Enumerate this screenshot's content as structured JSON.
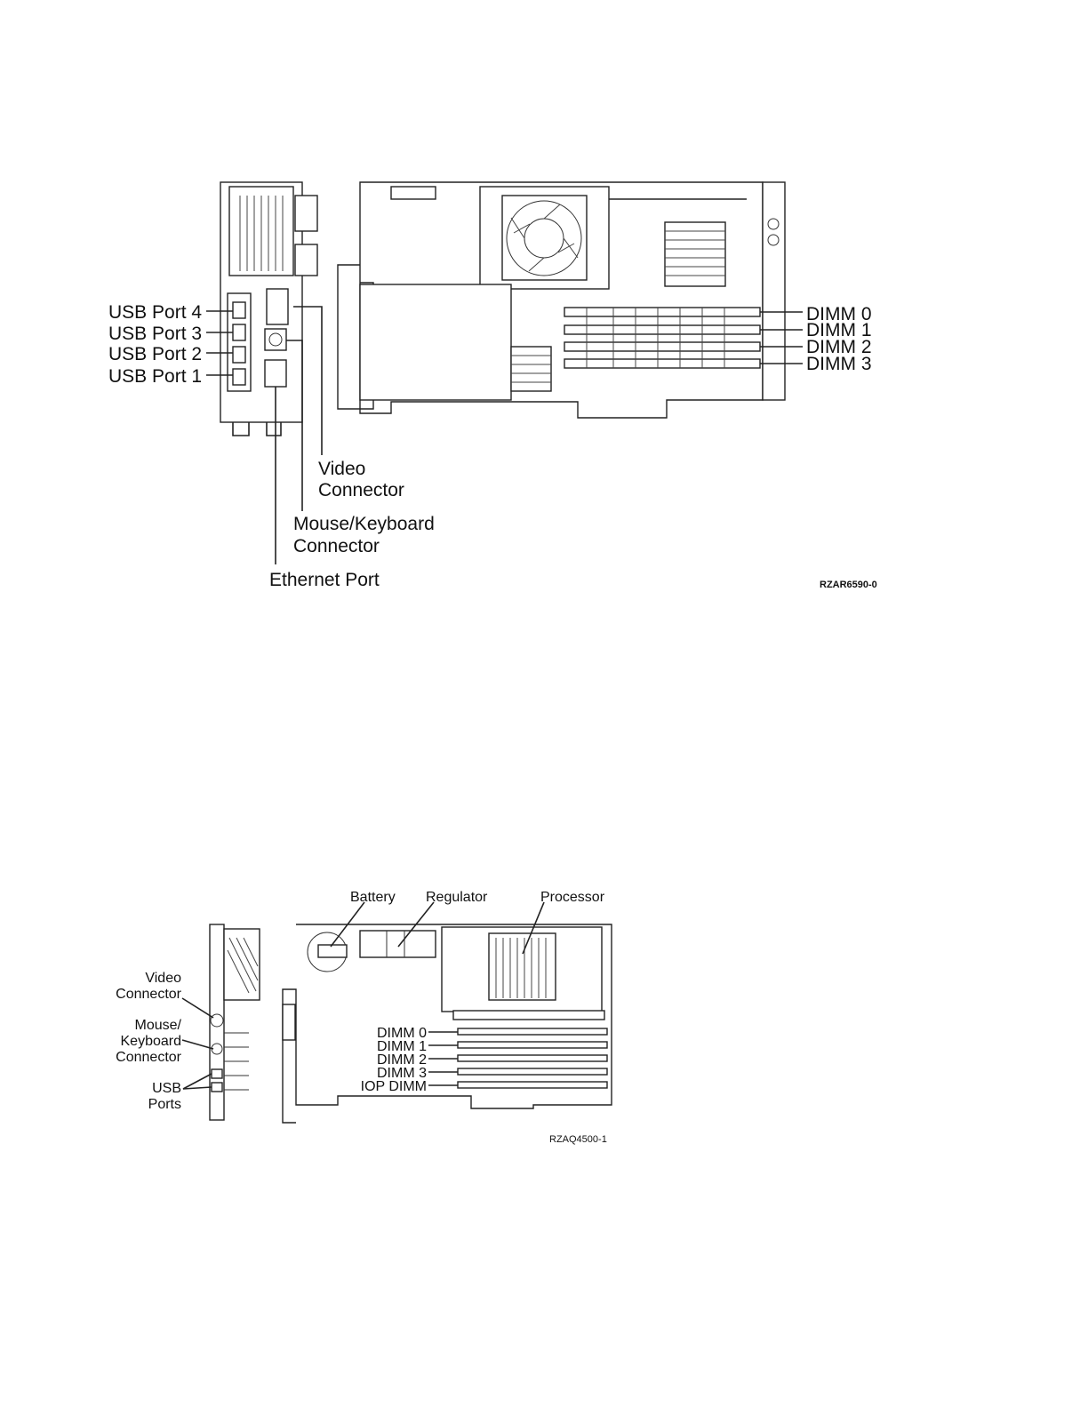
{
  "figure1": {
    "usb_ports": [
      "USB Port 4",
      "USB Port 3",
      "USB Port 2",
      "USB Port 1"
    ],
    "dimms": [
      "DIMM 0",
      "DIMM 1",
      "DIMM 2",
      "DIMM 3"
    ],
    "video_connector": [
      "Video",
      "Connector"
    ],
    "mouse_keyboard_connector": [
      "Mouse/Keyboard",
      "Connector"
    ],
    "ethernet_port": "Ethernet Port",
    "figure_code": "RZAR6590-0"
  },
  "figure2": {
    "battery": "Battery",
    "regulator": "Regulator",
    "processor": "Processor",
    "video_connector": [
      "Video",
      "Connector"
    ],
    "mouse_keyboard_connector": [
      "Mouse/",
      "Keyboard",
      "Connector"
    ],
    "usb_ports": [
      "USB",
      "Ports"
    ],
    "dimms": [
      "DIMM 0",
      "DIMM 1",
      "DIMM 2",
      "DIMM 3",
      "IOP DIMM"
    ],
    "figure_code": "RZAQ4500-1"
  }
}
